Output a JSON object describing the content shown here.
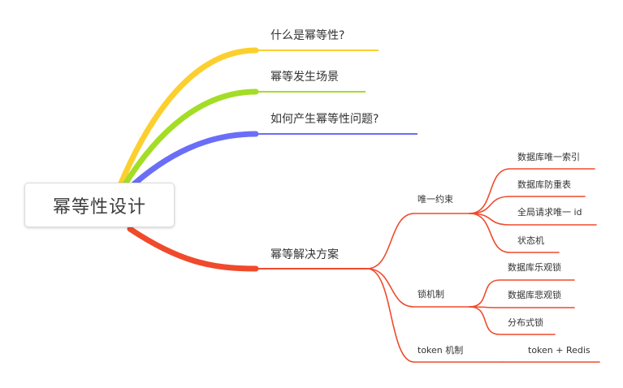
{
  "root": {
    "label": "幂等性设计"
  },
  "colors": {
    "yellow": "#fbd02e",
    "green": "#a4dd26",
    "blue": "#6a6ef7",
    "red": "#f04a2c"
  },
  "branches": [
    {
      "label": "什么是幂等性?",
      "color": "#fbd02e"
    },
    {
      "label": "幂等发生场景",
      "color": "#a4dd26"
    },
    {
      "label": "如何产生幂等性问题?",
      "color": "#6a6ef7"
    },
    {
      "label": "幂等解决方案",
      "color": "#f04a2c",
      "children": [
        {
          "label": "唯一约束",
          "children": [
            "数据库唯一索引",
            "数据库防重表",
            "全局请求唯一 id",
            "状态机"
          ]
        },
        {
          "label": "锁机制",
          "children": [
            "数据库乐观锁",
            "数据库悲观锁",
            "分布式锁"
          ]
        },
        {
          "label": "token 机制",
          "children": [
            "token + Redis"
          ]
        }
      ]
    }
  ]
}
